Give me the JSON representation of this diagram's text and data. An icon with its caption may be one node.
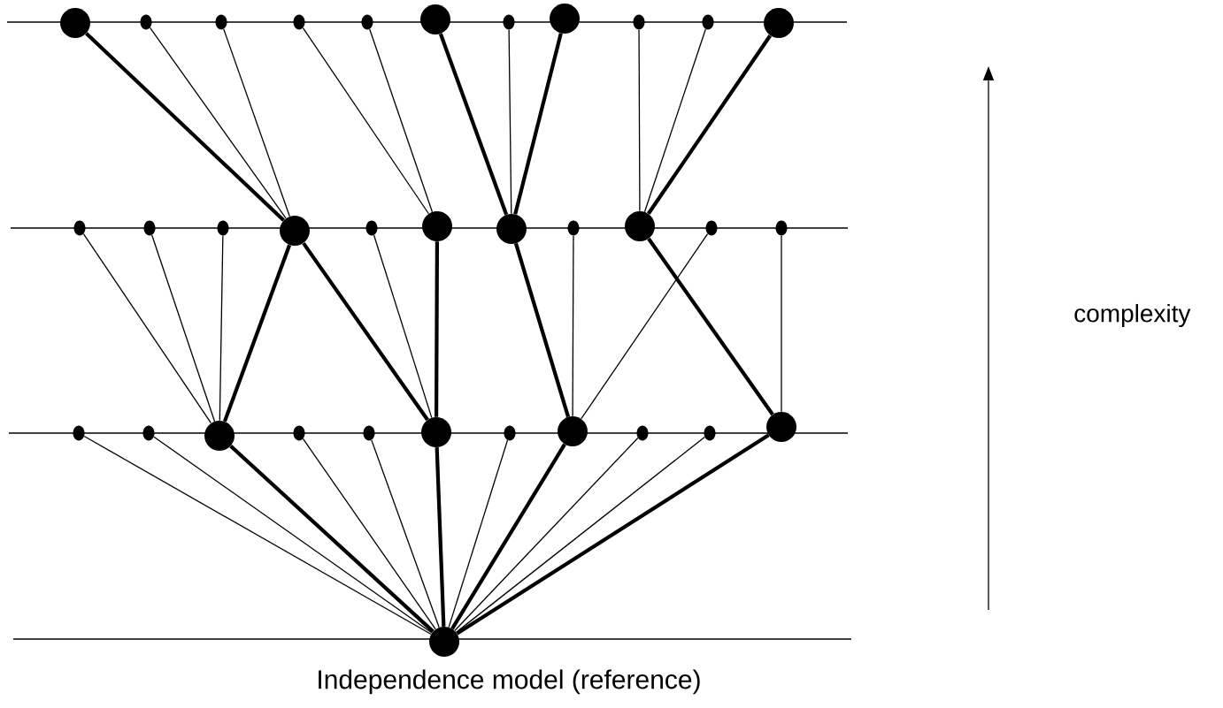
{
  "diagram": {
    "nodes": [
      {
        "text": [],
        "shape": "circle"
      },
      {
        "text": [],
        "shape": "circle"
      },
      {
        "text": [],
        "shape": "circle"
      },
      {
        "text": [],
        "shape": "circle"
      },
      {
        "text": [],
        "shape": "circle"
      },
      {
        "text": [],
        "shape": "circle"
      },
      {
        "text": [],
        "shape": "circle"
      },
      {
        "text": [],
        "shape": "circle"
      },
      {
        "text": [],
        "shape": "circle"
      },
      {
        "text": [],
        "shape": "circle"
      },
      {
        "text": [],
        "shape": "circle"
      },
      {
        "text": [],
        "shape": "circle"
      },
      {
        "text": [],
        "shape": "circle"
      },
      {
        "text": [],
        "shape": "circle"
      },
      {
        "text": [],
        "shape": "circle"
      },
      {
        "text": [],
        "shape": "circle"
      },
      {
        "text": [],
        "shape": "circle"
      },
      {
        "text": [],
        "shape": "circle"
      },
      {
        "text": [],
        "shape": "circle"
      },
      {
        "text": [],
        "shape": "circle"
      },
      {
        "text": [],
        "shape": "circle"
      },
      {
        "text": [],
        "shape": "circle"
      },
      {
        "text": [],
        "shape": "circle"
      },
      {
        "text": [],
        "shape": "circle"
      },
      {
        "text": [],
        "shape": "circle"
      },
      {
        "text": [],
        "shape": "circle"
      },
      {
        "text": [],
        "shape": "circle"
      },
      {
        "text": [],
        "shape": "circle"
      },
      {
        "text": [],
        "shape": "circle"
      },
      {
        "text": [],
        "shape": "circle"
      },
      {
        "text": [],
        "shape": "circle"
      },
      {
        "text": [],
        "shape": "circle"
      },
      {
        "text": [],
        "shape": "circle"
      },
      {
        "text": [],
        "shape": "circle",
        "beside": [
          "Independence model (reference)"
        ]
      }
    ],
    "edges": [
      {
        "from": 33,
        "to": 22,
        "arrow": "none"
      },
      {
        "from": 33,
        "to": 23,
        "arrow": "none"
      },
      {
        "from": 33,
        "to": 24,
        "arrow": "none",
        "style": "thick"
      },
      {
        "from": 33,
        "to": 25,
        "arrow": "none"
      },
      {
        "from": 33,
        "to": 26,
        "arrow": "none"
      },
      {
        "from": 33,
        "to": 27,
        "arrow": "none",
        "style": "thick"
      },
      {
        "from": 33,
        "to": 28,
        "arrow": "none"
      },
      {
        "from": 33,
        "to": 29,
        "arrow": "none",
        "style": "thick"
      },
      {
        "from": 33,
        "to": 30,
        "arrow": "none"
      },
      {
        "from": 33,
        "to": 31,
        "arrow": "none"
      },
      {
        "from": 33,
        "to": 32,
        "arrow": "none",
        "style": "thick"
      },
      {
        "from": 24,
        "to": 11,
        "arrow": "none"
      },
      {
        "from": 24,
        "to": 12,
        "arrow": "none"
      },
      {
        "from": 24,
        "to": 13,
        "arrow": "none"
      },
      {
        "from": 24,
        "to": 14,
        "arrow": "none",
        "style": "thick"
      },
      {
        "from": 27,
        "to": 14,
        "arrow": "none",
        "style": "thick"
      },
      {
        "from": 27,
        "to": 15,
        "arrow": "none"
      },
      {
        "from": 27,
        "to": 16,
        "arrow": "none",
        "style": "thick"
      },
      {
        "from": 29,
        "to": 17,
        "arrow": "none",
        "style": "thick"
      },
      {
        "from": 29,
        "to": 18,
        "arrow": "none"
      },
      {
        "from": 29,
        "to": 20,
        "arrow": "none"
      },
      {
        "from": 32,
        "to": 19,
        "arrow": "none",
        "style": "thick"
      },
      {
        "from": 32,
        "to": 21,
        "arrow": "none"
      },
      {
        "from": 14,
        "to": 0,
        "arrow": "none",
        "style": "thick"
      },
      {
        "from": 14,
        "to": 1,
        "arrow": "none"
      },
      {
        "from": 14,
        "to": 2,
        "arrow": "none"
      },
      {
        "from": 16,
        "to": 3,
        "arrow": "none"
      },
      {
        "from": 16,
        "to": 4,
        "arrow": "none"
      },
      {
        "from": 17,
        "to": 5,
        "arrow": "none",
        "style": "thick"
      },
      {
        "from": 17,
        "to": 6,
        "arrow": "none"
      },
      {
        "from": 17,
        "to": 7,
        "arrow": "none",
        "style": "thick"
      },
      {
        "from": 19,
        "to": 8,
        "arrow": "none"
      },
      {
        "from": 19,
        "to": 9,
        "arrow": "none"
      },
      {
        "from": 19,
        "to": 10,
        "arrow": "none",
        "style": "thick"
      }
    ],
    "labels": [
      "complexity"
    ]
  }
}
